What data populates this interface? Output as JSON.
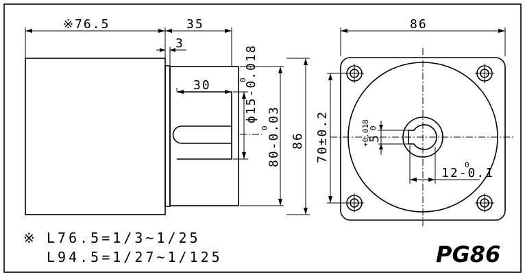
{
  "model": "PG86",
  "side_view": {
    "body_length": "※76.5",
    "flange_length": "35",
    "flange_thickness": "3",
    "shaft_length": "30",
    "shaft_diameter_main": "ϕ15-0.018",
    "shaft_diameter_tol": "0",
    "pilot_diameter_main": "80-0.03",
    "pilot_diameter_tol": "0",
    "height": "86"
  },
  "front_view": {
    "width": "86",
    "bolt_pitch": "70±0.2",
    "key_width_main": "5",
    "key_width_plus": "+0.018",
    "key_width_zero": "0",
    "key_height_main": "12-0.1",
    "key_height_tol": "0"
  },
  "notes": {
    "line1_mark": "※",
    "line1": "L76.5=1/3~1/25",
    "line2": "L94.5=1/27~1/125"
  }
}
